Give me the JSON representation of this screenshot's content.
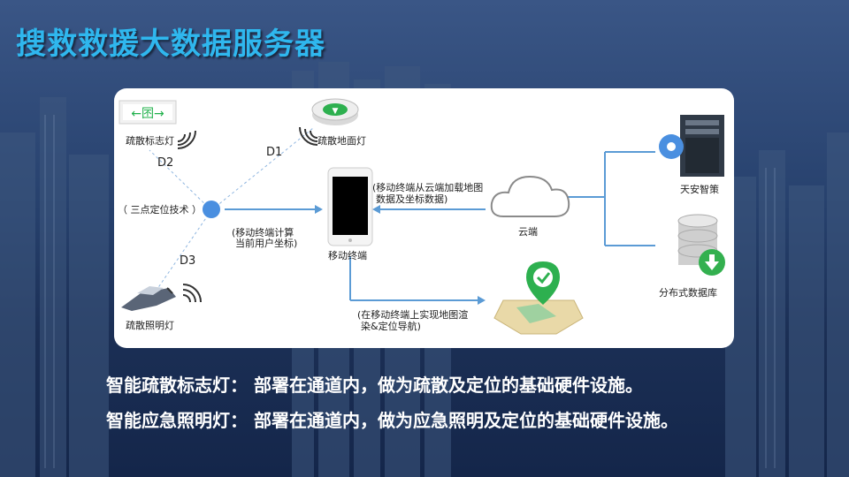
{
  "title": "搜救救援大数据服务器",
  "diagram": {
    "evac_sign_label": "疏散标志灯",
    "floor_light_label": "疏散地面灯",
    "emergency_light_label": "疏散照明灯",
    "tech_label": "（ 三点定位技术 ）",
    "d1": "D1",
    "d2": "D2",
    "d3": "D3",
    "calc_line1": "(移动终端计算",
    "calc_line2": "当前用户坐标)",
    "mobile_label": "移动终端",
    "load_line1": "(移动终端从云端加载地图",
    "load_line2": "数据及坐标数据)",
    "cloud_label": "云端",
    "tianan_label": "天安智策",
    "db_label": "分布式数据库",
    "render_line1": "(在移动终端上实现地图渲",
    "render_line2": "染&定位导航)",
    "accent_color": "#5b9bd5",
    "node_color": "#4a8fe0"
  },
  "captions": {
    "line1": "智能疏散标志灯： 部署在通道内，做为疏散及定位的基础硬件设施。",
    "line2": "智能应急照明灯： 部署在通道内，做为应急照明及定位的基础硬件设施。"
  }
}
